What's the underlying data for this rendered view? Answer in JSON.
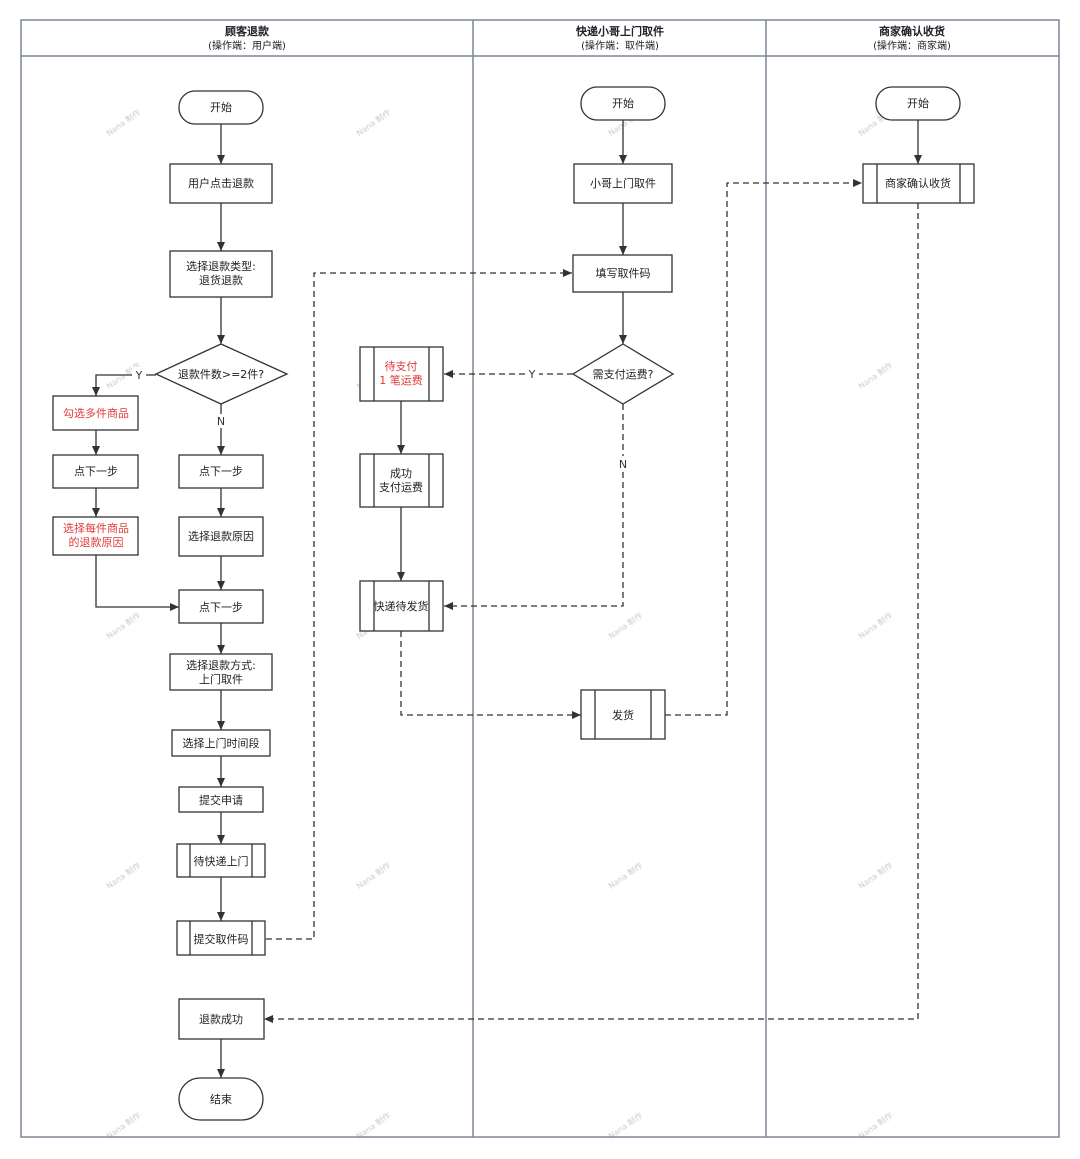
{
  "lanes": [
    {
      "title": "顾客退款",
      "subtitle": "(操作端：用户端)"
    },
    {
      "title": "快递小哥上门取件",
      "subtitle": "(操作端：取件端)"
    },
    {
      "title": "商家确认收货",
      "subtitle": "(操作端：商家端)"
    }
  ],
  "nodes": {
    "c_start": "开始",
    "c_click": [
      "用户点击退款"
    ],
    "c_type": [
      "选择退款类型:",
      "退货退款"
    ],
    "c_decision": [
      "退款件数>=2件?"
    ],
    "c_multi": [
      "勾选多件商品"
    ],
    "c_next_left": [
      "点下一步"
    ],
    "c_reason_each": [
      "选择每件商品",
      "的退款原因"
    ],
    "c_next_right": [
      "点下一步"
    ],
    "c_reason": [
      "选择退款原因"
    ],
    "c_next_merge": [
      "点下一步"
    ],
    "c_method": [
      "选择退款方式:",
      "上门取件"
    ],
    "c_time": [
      "选择上门时间段"
    ],
    "c_submit": [
      "提交申请"
    ],
    "c_wait": [
      "待快递上门"
    ],
    "c_code": [
      "提交取件码"
    ],
    "c_success": [
      "退款成功"
    ],
    "c_end": "结束",
    "k_start": "开始",
    "k_pickup": [
      "小哥上门取件"
    ],
    "k_fill": [
      "填写取件码"
    ],
    "k_decision": [
      "需支付运费?"
    ],
    "k_pay": [
      "待支付",
      "1 笔运费"
    ],
    "k_paid": [
      "成功",
      "支付运费"
    ],
    "k_pending": [
      "快递待发货"
    ],
    "k_ship": [
      "发货"
    ],
    "m_start": "开始",
    "m_confirm": [
      "商家确认收货"
    ]
  },
  "edge_labels": {
    "yes": "Y",
    "no": "N"
  },
  "watermark": "Nana 制作",
  "colors": {
    "highlight": "#e03a3a",
    "lane_border": "#7d8797"
  }
}
